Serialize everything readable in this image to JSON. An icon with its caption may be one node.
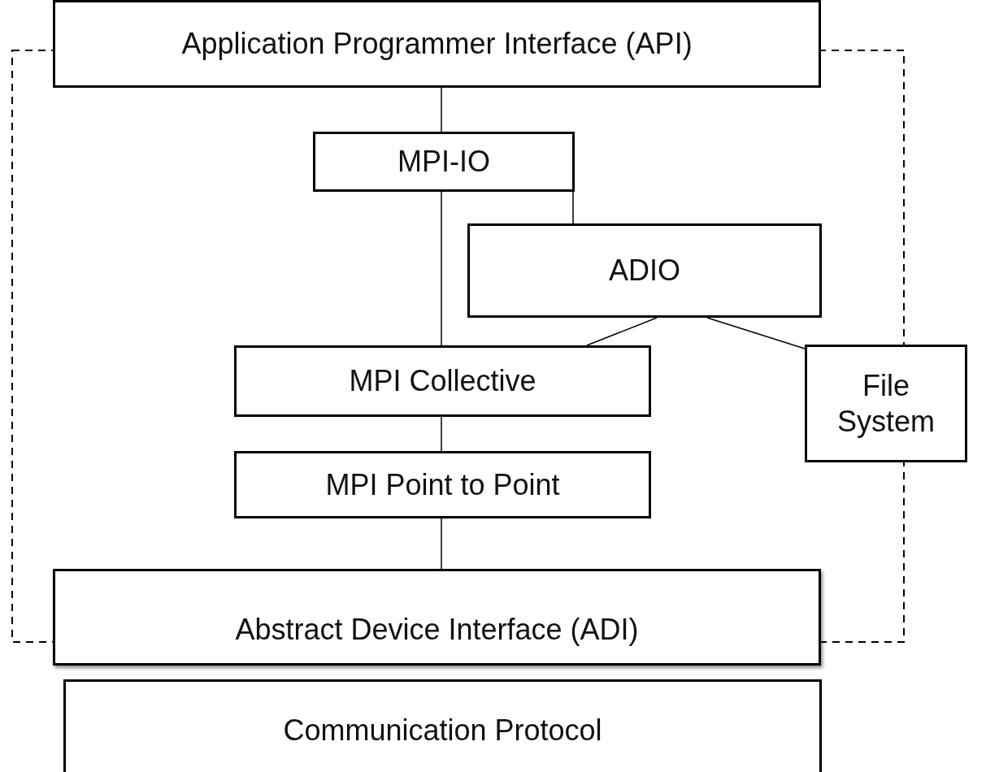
{
  "diagram": {
    "nodes": [
      {
        "text": [
          "Application Programmer Interface (API)"
        ]
      },
      {
        "text": [
          "MPI-IO"
        ]
      },
      {
        "text": [
          "ADIO"
        ]
      },
      {
        "text": [
          "MPI Collective"
        ]
      },
      {
        "text": [
          "File System"
        ]
      },
      {
        "text": [
          "MPI Point to Point"
        ]
      },
      {
        "text": [
          "Abstract Device Interface (ADI)"
        ]
      },
      {
        "text": [
          "Communication Protocol"
        ]
      }
    ],
    "edges": [
      {
        "from": 0,
        "to": 1,
        "arrow": "none"
      },
      {
        "from": 1,
        "to": 2,
        "arrow": "none"
      },
      {
        "from": 1,
        "to": 3,
        "arrow": "none"
      },
      {
        "from": 2,
        "to": 3,
        "arrow": "none"
      },
      {
        "from": 2,
        "to": 4,
        "arrow": "none"
      },
      {
        "from": 3,
        "to": 5,
        "arrow": "none"
      },
      {
        "from": 5,
        "to": 6,
        "arrow": "none"
      }
    ]
  }
}
